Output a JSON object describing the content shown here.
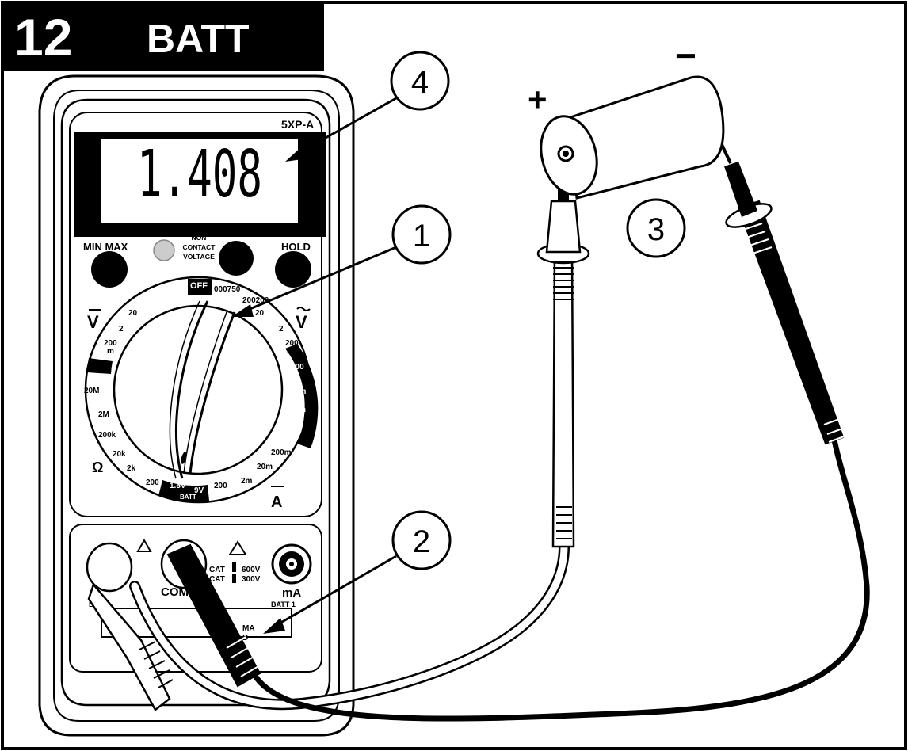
{
  "header": {
    "step_number": "12",
    "mode": "BATT"
  },
  "meter": {
    "model": "5XP-A",
    "display_value": "1.408",
    "buttons": {
      "min_max": "MIN MAX",
      "non_contact_line1": "NON",
      "non_contact_line2": "CONTACT",
      "non_contact_line3": "VOLTAGE",
      "hold": "HOLD"
    },
    "dial": {
      "off": "OFF",
      "top_scale": "000750",
      "top_scale_right": "200200",
      "left_labels": [
        "20",
        "2",
        "200",
        "m",
        "20M",
        "2M",
        "200k",
        "20k",
        "2k",
        "200"
      ],
      "right_labels": [
        "20",
        "2",
        "200",
        "m",
        "200",
        "2m",
        "20m",
        "200",
        "m",
        "200m",
        "20m",
        "2m",
        "200"
      ],
      "batt_1": "1.5V",
      "batt_2": "9V",
      "batt_label": "BATT",
      "dcv_symbol": "V",
      "acv_symbol": "V",
      "ohm_symbol": "Ω",
      "amp_symbol": "A"
    },
    "jacks": {
      "com": "COM",
      "cat1": "CAT",
      "cat2": "CAT",
      "v600": "600V",
      "v300": "300V",
      "ma": "mA",
      "batt": "BATT 1",
      "left_batt": "BAT",
      "max": "MA",
      "fused": "D"
    }
  },
  "battery": {
    "plus": "+",
    "minus": "−"
  },
  "callouts": [
    "1",
    "2",
    "3",
    "4"
  ],
  "colors": {
    "ink": "#000000",
    "paper": "#ffffff",
    "panel": "#e8e8e8",
    "dial_face": "#f7f7f7"
  }
}
